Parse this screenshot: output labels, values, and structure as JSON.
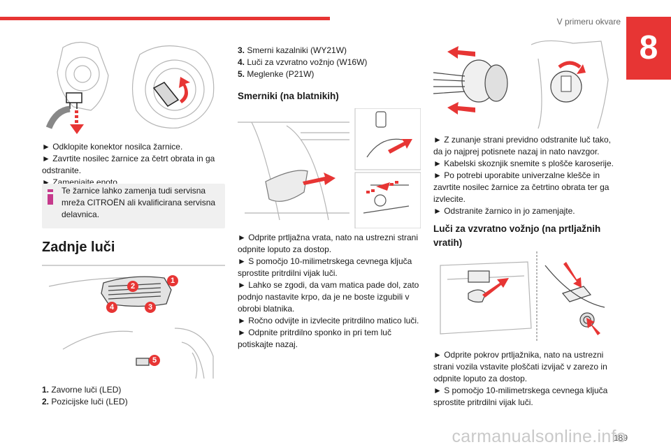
{
  "header": {
    "title": "V primeru okvare",
    "chapter": "8"
  },
  "col1": {
    "steps": [
      "► Odklopite konektor nosilca žarnice.",
      "► Zavrtite nosilec žarnice za četrt obrata in ga odstranite.",
      "► Zamenjajte enoto."
    ],
    "note": "Te žarnice lahko zamenja tudi servisna mreža CITROËN ali kvalificirana servisna delavnica.",
    "section_title": "Zadnje luči",
    "callouts": [
      "1",
      "2",
      "3",
      "4",
      "5"
    ],
    "list": [
      {
        "num": "1.",
        "text": "Zavorne luči (LED)"
      },
      {
        "num": "2.",
        "text": "Pozicijske luči (LED)"
      }
    ]
  },
  "col2": {
    "list": [
      {
        "num": "3.",
        "text": "Smerni kazalniki (WY21W)"
      },
      {
        "num": "4.",
        "text": "Luči za vzvratno vožnjo (W16W)"
      },
      {
        "num": "5.",
        "text": "Meglenke (P21W)"
      }
    ],
    "subtitle": "Smerniki (na blatnikih)",
    "steps": [
      "► Odprite prtljažna vrata, nato na ustrezni strani odpnite loputo za dostop.",
      "► S pomočjo 10-milimetrskega cevnega ključa sprostite pritrdilni vijak luči.",
      "► Lahko se zgodi, da vam matica pade dol, zato podnjo nastavite krpo, da je ne boste izgubili v obrobi blatnika.",
      "► Ročno odvijte in izvlecite pritrdilno matico luči.",
      "► Odpnite pritrdilno sponko in pri tem luč potiskajte nazaj."
    ]
  },
  "col3": {
    "steps": [
      "► Z zunanje strani previdno odstranite luč tako, da jo najprej potisnete nazaj in nato navzgor.",
      "► Kabelski skoznjik snemite s plošče karoserije.",
      "► Po potrebi uporabite univerzalne klešče in zavrtite nosilec žarnice za četrtino obrata ter ga izvlecite.",
      "► Odstranite žarnico in jo zamenjajte."
    ],
    "subtitle": "Luči za vzvratno vožnjo (na prtljažnih vratih)",
    "steps2": [
      "► Odprite pokrov prtljažnika, nato na ustrezni strani vozila vstavite ploščati izvijač v zarezo in odpnite loputo za dostop.",
      "► S pomočjo 10-milimetrskega cevnega ključa sprostite pritrdilni vijak luči."
    ]
  },
  "footer": {
    "page": "189",
    "watermark": "carmanualsonline.info"
  }
}
